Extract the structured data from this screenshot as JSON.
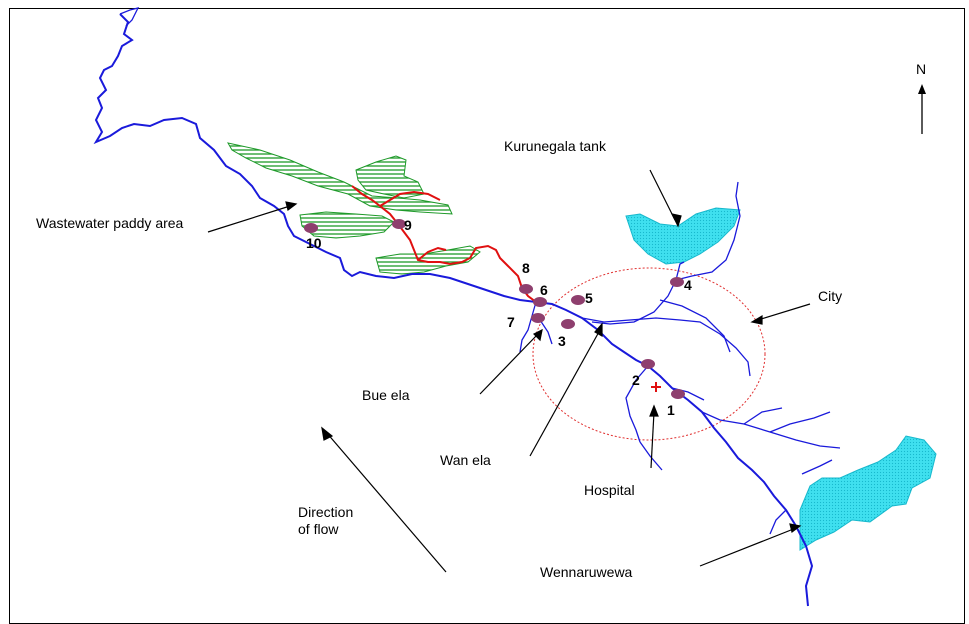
{
  "labels": {
    "north": "N",
    "kurunegala_tank": "Kurunegala tank",
    "wastewater_paddy": "Wastewater paddy area",
    "city": "City",
    "bue_ela": "Bue ela",
    "wan_ela": "Wan ela",
    "hospital": "Hospital",
    "direction_line1": "Direction",
    "direction_line2": "of flow",
    "wennaruwewa": "Wennaruwewa"
  },
  "sites": [
    {
      "num": "1"
    },
    {
      "num": "2"
    },
    {
      "num": "3"
    },
    {
      "num": "4"
    },
    {
      "num": "5"
    },
    {
      "num": "6"
    },
    {
      "num": "7"
    },
    {
      "num": "8"
    },
    {
      "num": "9"
    },
    {
      "num": "10"
    }
  ],
  "colors": {
    "river": "#1a1adb",
    "canal": "#e01010",
    "paddy": "#1f9a2a",
    "tank": "#33ddee",
    "site_marker": "#8e3f6e",
    "city_boundary": "#e03030",
    "hospital_cross": "#e01010"
  }
}
